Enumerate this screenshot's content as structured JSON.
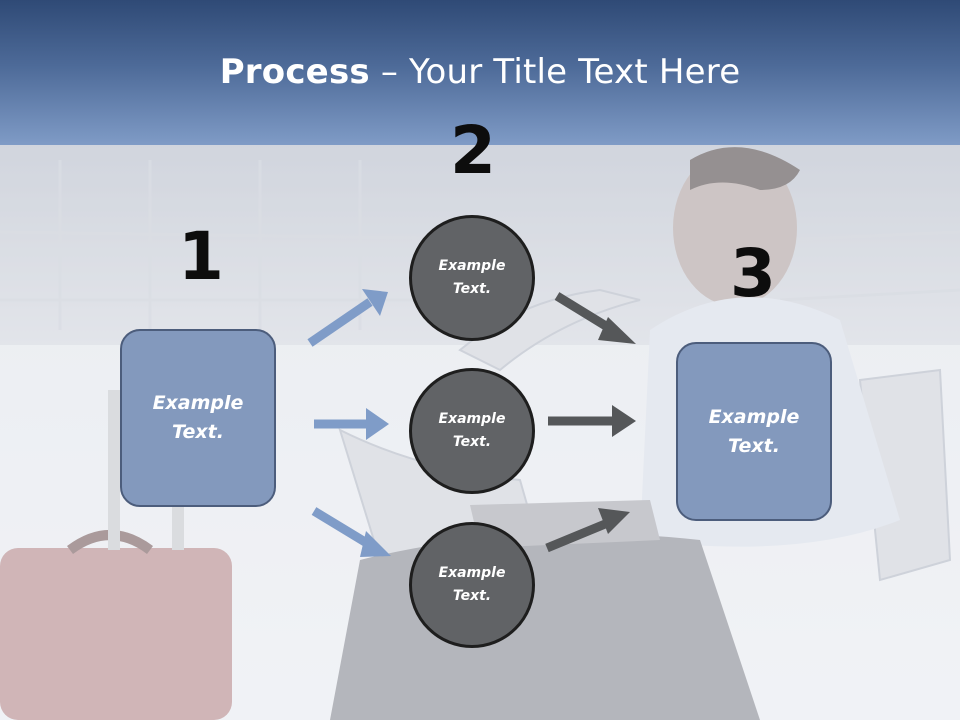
{
  "slide": {
    "title_bold": "Process",
    "title_rest": " – Your Title Text Here"
  },
  "steps": {
    "step1": {
      "number": "1",
      "box_text": "Example\nText."
    },
    "step2": {
      "number": "2",
      "circles": [
        "Example\nText.",
        "Example\nText.",
        "Example\nText."
      ]
    },
    "step3": {
      "number": "3",
      "box_text": "Example\nText."
    }
  },
  "colors": {
    "header_top": "#2f4a76",
    "header_bottom": "#7f9bc6",
    "box_fill": "#8399bd",
    "circle_fill": "#616366",
    "arrow_blue": "#7f9cc8",
    "arrow_gray": "#555759"
  },
  "background_image": "airport-lounge-man-with-laptop-photo"
}
